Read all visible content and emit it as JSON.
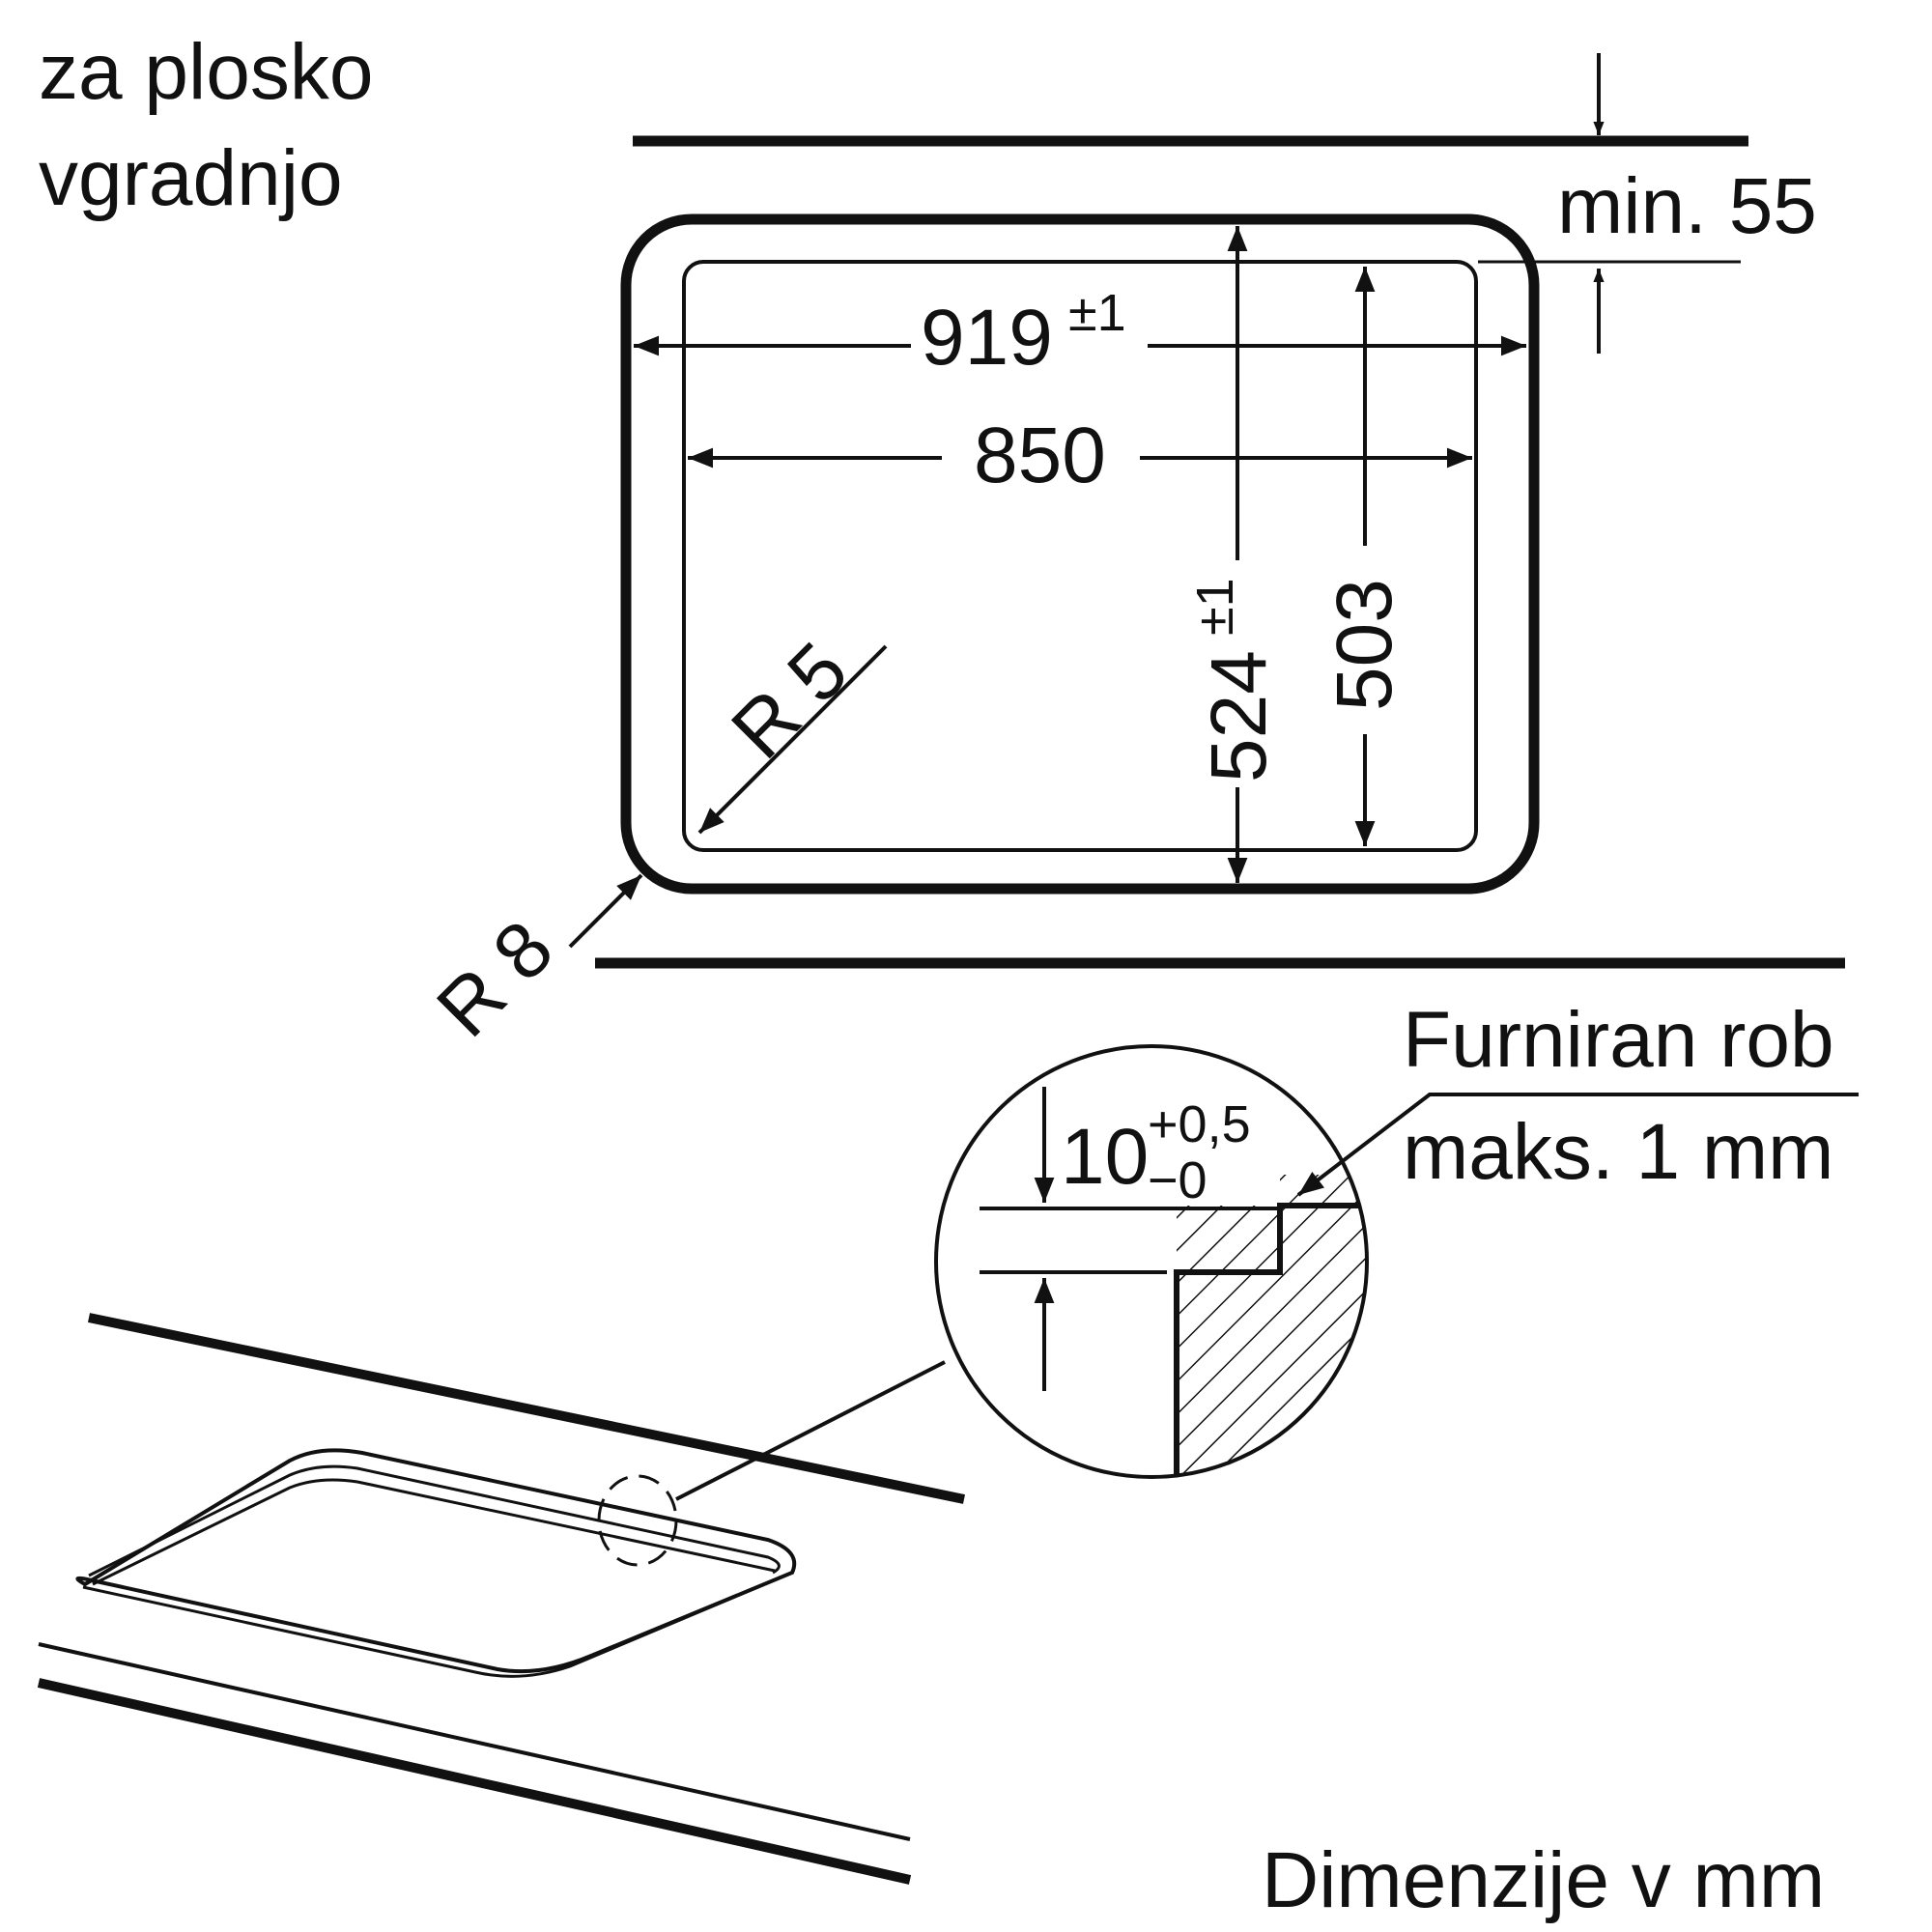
{
  "heading": {
    "line1": "za plosko",
    "line2": "vgradnjo"
  },
  "dimensions": {
    "gap_min": "min. 55",
    "outer_width": {
      "value": "919",
      "tolerance": "±1"
    },
    "inner_width": "850",
    "outer_depth": {
      "value": "524",
      "tolerance": "±1"
    },
    "inner_depth": "503",
    "radius_inner": "R 5",
    "radius_outer": "R 8"
  },
  "detail": {
    "edge_label": {
      "line1": "Furniran rob",
      "line2": "maks. 1 mm"
    },
    "recess": {
      "value": "10",
      "tol_plus": "+0,5",
      "tol_minus": "−0"
    }
  },
  "footer": "Dimenzije v mm"
}
